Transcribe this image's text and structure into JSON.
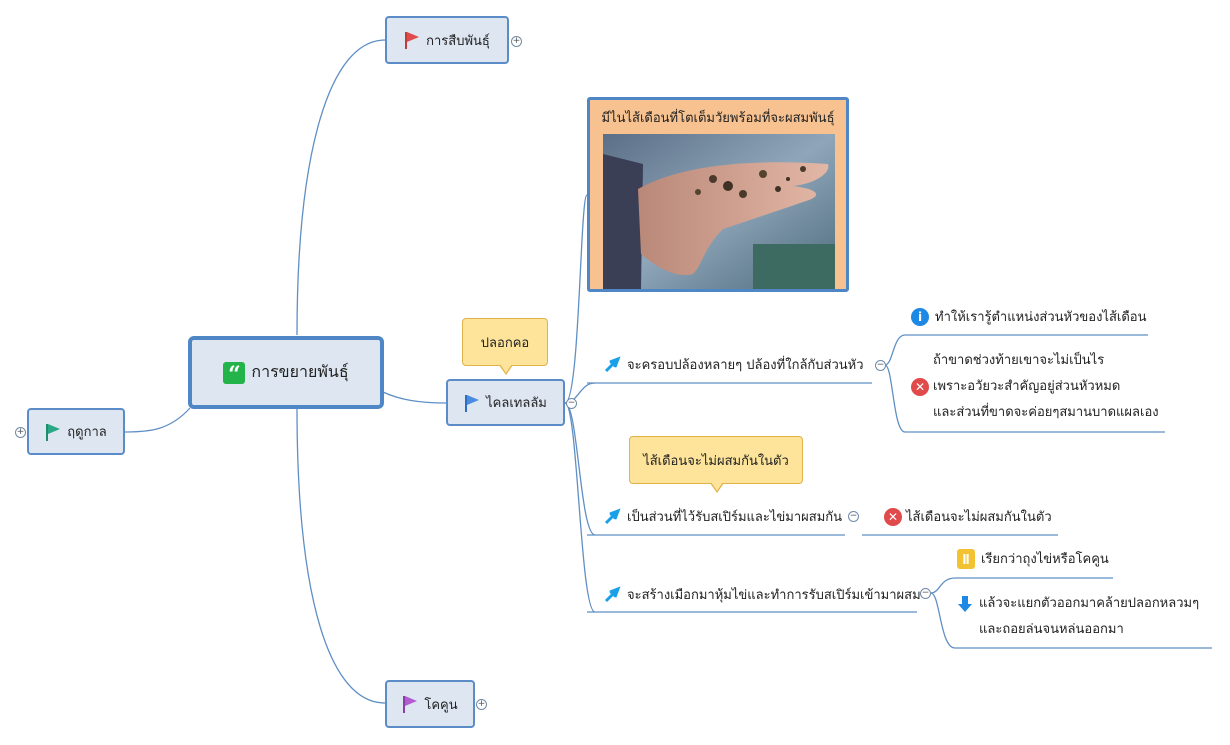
{
  "root": {
    "label": "การขยายพันธุ์",
    "icon": "quote-icon"
  },
  "branches": {
    "top": {
      "label": "การสืบพันธุ์",
      "icon": "red-flag-icon"
    },
    "left": {
      "label": "ฤดูกาล",
      "icon": "green-flag-icon"
    },
    "bottom": {
      "label": "โคคูน",
      "icon": "purple-flag-icon"
    },
    "mid": {
      "label": "ไคลเทลลัม",
      "icon": "blue-flag-icon",
      "callout": "ปลอกคอ"
    }
  },
  "image_node": {
    "caption": "มีไนไส้เดือนที่โตเต็มวัยพร้อมที่จะผสมพันธุ์"
  },
  "subtopics": [
    {
      "label": "จะครอบปล้องหลายๆ ปล้องที่ใกล้กับส่วนหัว",
      "notes": [
        {
          "icon": "info-icon",
          "lines": [
            "ทำให้เรารู้ตำแหน่งส่วนหัวของไส้เดือน"
          ]
        },
        {
          "icon": "cross-icon",
          "lines": [
            "ถ้าขาดช่วงท้ายเขาจะไม่เป็นไร",
            "เพราะอวัยวะสำคัญอยู่ส่วนหัวหมด",
            "และส่วนที่ขาดจะค่อยๆสมานบาดแผลเอง"
          ]
        }
      ]
    },
    {
      "label": "เป็นส่วนที่ไว้รับสเปิร์มและไข่มาผสมกัน",
      "callout": "ไส้เดือนจะไม่ผสมกันในตัว",
      "notes": [
        {
          "icon": "cross-icon",
          "lines": [
            "ไส้เดือนจะไม่ผสมกันในตัว"
          ]
        }
      ]
    },
    {
      "label": "จะสร้างเมือกมาหุ้มไข่และทำการรับสเปิร์มเข้ามาผสม",
      "notes": [
        {
          "icon": "medal-icon",
          "lines": [
            "เรียกว่าถุงไข่หรือโคคูน"
          ]
        },
        {
          "icon": "down-arrow-icon",
          "lines": [
            "แล้วจะแยกตัวออกมาคล้ายปลอกหลวมๆ",
            "และถอยล่นจนหล่นออกมา"
          ]
        }
      ]
    }
  ],
  "colors": {
    "node_fill": "#dde6f1",
    "node_border": "#5b8cc8",
    "callout_fill": "#fde49a",
    "image_node_fill": "#f7c28f",
    "line": "#5f8fc4"
  }
}
